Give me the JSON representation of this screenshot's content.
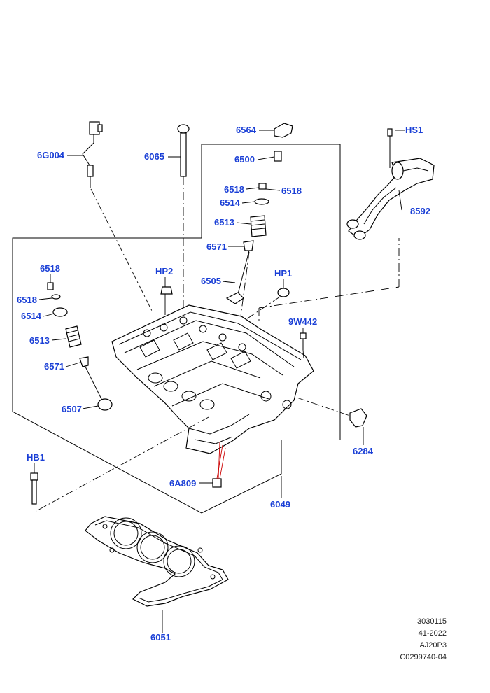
{
  "theme": {
    "callout_color": "#1a3fd6",
    "line_color": "#000000",
    "background": "#ffffff",
    "highlight_line": "#cc0000"
  },
  "callouts": [
    {
      "id": "6G004",
      "label": "6G004"
    },
    {
      "id": "6065",
      "label": "6065"
    },
    {
      "id": "6564",
      "label": "6564"
    },
    {
      "id": "6500",
      "label": "6500"
    },
    {
      "id": "6518a",
      "label": "6518"
    },
    {
      "id": "6518b",
      "label": "6518"
    },
    {
      "id": "6514a",
      "label": "6514"
    },
    {
      "id": "6513a",
      "label": "6513"
    },
    {
      "id": "6571a",
      "label": "6571"
    },
    {
      "id": "6505",
      "label": "6505"
    },
    {
      "id": "HS1",
      "label": "HS1"
    },
    {
      "id": "8592",
      "label": "8592"
    },
    {
      "id": "6518c",
      "label": "6518"
    },
    {
      "id": "6518d",
      "label": "6518"
    },
    {
      "id": "6514b",
      "label": "6514"
    },
    {
      "id": "6513b",
      "label": "6513"
    },
    {
      "id": "6571b",
      "label": "6571"
    },
    {
      "id": "6507",
      "label": "6507"
    },
    {
      "id": "HP2",
      "label": "HP2"
    },
    {
      "id": "HP1",
      "label": "HP1"
    },
    {
      "id": "9W442",
      "label": "9W442"
    },
    {
      "id": "6284",
      "label": "6284"
    },
    {
      "id": "HB1",
      "label": "HB1"
    },
    {
      "id": "6A809",
      "label": "6A809"
    },
    {
      "id": "6049",
      "label": "6049"
    },
    {
      "id": "6051",
      "label": "6051"
    }
  ],
  "footer": {
    "line1": "3030115",
    "line2": "41-2022",
    "line3": "AJ20P3",
    "line4": "C0299740-04"
  }
}
